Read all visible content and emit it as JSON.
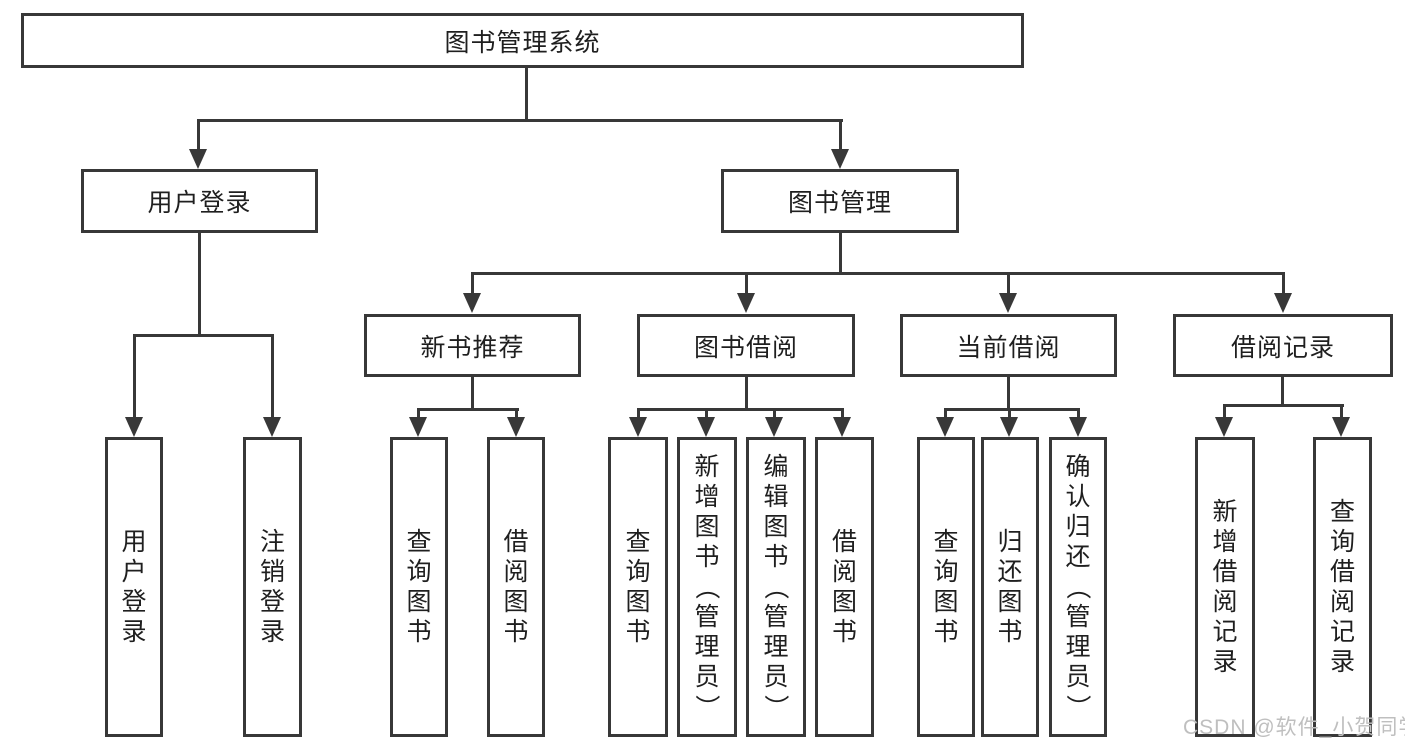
{
  "diagram": {
    "type": "hierarchy",
    "tree": {
      "label": "图书管理系统",
      "children": [
        {
          "label": "用户登录",
          "children": [
            {
              "label": "用户登录"
            },
            {
              "label": "注销登录"
            }
          ]
        },
        {
          "label": "图书管理",
          "children": [
            {
              "label": "新书推荐",
              "children": [
                {
                  "label": "查询图书"
                },
                {
                  "label": "借阅图书"
                }
              ]
            },
            {
              "label": "图书借阅",
              "children": [
                {
                  "label": "查询图书"
                },
                {
                  "label": "新增图书（管理员）"
                },
                {
                  "label": "编辑图书（管理员）"
                },
                {
                  "label": "借阅图书"
                }
              ]
            },
            {
              "label": "当前借阅",
              "children": [
                {
                  "label": "查询图书"
                },
                {
                  "label": "归还图书"
                },
                {
                  "label": "确认归还（管理员）"
                }
              ]
            },
            {
              "label": "借阅记录",
              "children": [
                {
                  "label": "新增借阅记录"
                },
                {
                  "label": "查询借阅记录"
                }
              ]
            }
          ]
        }
      ]
    },
    "watermark": {
      "text": "CSDN @软件_小贺同学"
    },
    "colors": {
      "line": "#383838",
      "text": "#1f1f1f",
      "background": "#ffffff",
      "watermark": "#bfbfbf"
    }
  }
}
